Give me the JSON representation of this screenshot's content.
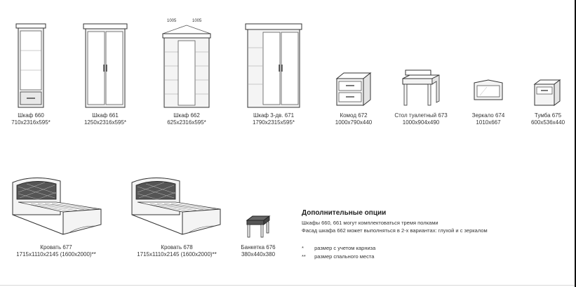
{
  "items": [
    {
      "id": "wardrobe-660",
      "name": "Шкаф 660",
      "size": "710x2316x595*"
    },
    {
      "id": "wardrobe-661",
      "name": "Шкаф 661",
      "size": "1250x2316x595*"
    },
    {
      "id": "wardrobe-662",
      "name": "Шкаф 662",
      "size": "625x2316x595*",
      "dims": [
        "1005",
        "1005"
      ]
    },
    {
      "id": "wardrobe-671",
      "name": "Шкаф 3-дв. 671",
      "size": "1790x2315x595*"
    },
    {
      "id": "chest-672",
      "name": "Комод 672",
      "size": "1000x790x440"
    },
    {
      "id": "table-673",
      "name": "Стол туалетный 673",
      "size": "1000x904x490"
    },
    {
      "id": "mirror-674",
      "name": "Зеркало 674",
      "size": "1010x667"
    },
    {
      "id": "nightstand-675",
      "name": "Тумба 675",
      "size": "600x536x440"
    },
    {
      "id": "bed-677",
      "name": "Кровать 677",
      "size": "1715x1110x2145 (1600x2000)**"
    },
    {
      "id": "bed-678",
      "name": "Кровать 678",
      "size": "1715x1110x2145 (1600x2000)**"
    },
    {
      "id": "bench-676",
      "name": "Банкетка 676",
      "size": "380x440x380"
    }
  ],
  "options": {
    "title": "Дополнительные опции",
    "lines": [
      "Шкафы 660, 661 могут комплектоваться тремя полками",
      "Фасад шкафа 662 может выполняться в 2-х вариантах: глухой и с зеркалом"
    ]
  },
  "legend": [
    {
      "mark": "*",
      "text": "размер с учетом карниза"
    },
    {
      "mark": "**",
      "text": "размер спального места"
    }
  ]
}
